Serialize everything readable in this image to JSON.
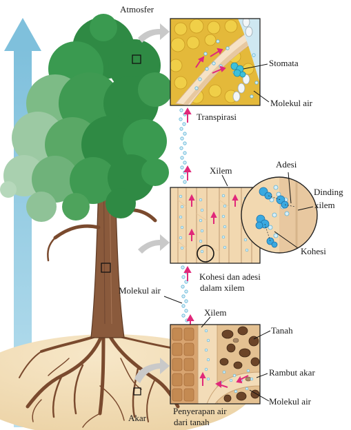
{
  "labels": {
    "atmosfer": "Atmosfer",
    "stomata": "Stomata",
    "molekul_air_top": "Molekul air",
    "transpirasi": "Transpirasi",
    "xilem_mid": "Xilem",
    "adesi": "Adesi",
    "dinding_line1": "Dinding",
    "dinding_line2": "xilem",
    "kohesi": "Kohesi",
    "kohesi_adesi_line1": "Kohesi dan adesi",
    "kohesi_adesi_line2": "dalam xilem",
    "molekul_air_mid": "Molekul air",
    "xilem_low": "Xilem",
    "tanah": "Tanah",
    "rambut_akar": "Rambut akar",
    "molekul_air_low": "Molekul air",
    "akar": "Akar",
    "penyerapan_line1": "Penyerapan air",
    "penyerapan_line2": "dari tanah"
  },
  "colors": {
    "arrow_blue": "#8ec8e0",
    "foliage": "#3f9a52",
    "trunk": "#8a5a3c",
    "soil": "#f1dcb5",
    "water": "#7cc3e0",
    "flow_arrow": "#e0287a",
    "leaf_cells": "#e8c53a",
    "xylem_tissue": "#f2d8b0"
  }
}
